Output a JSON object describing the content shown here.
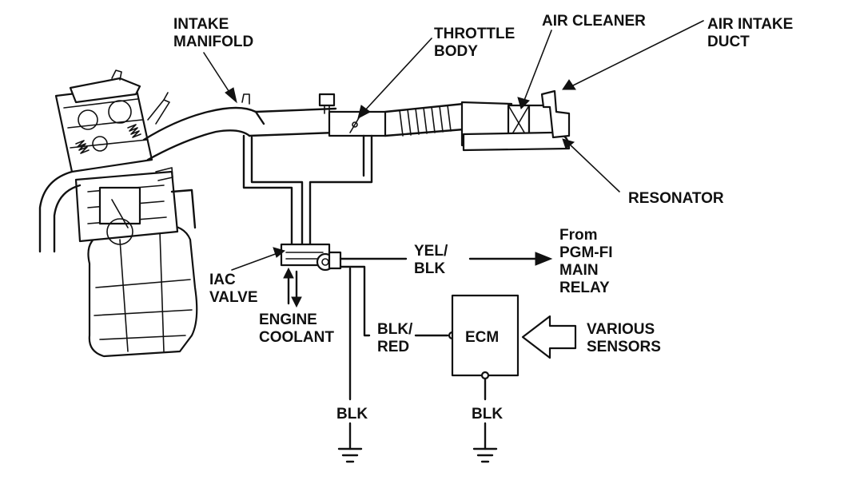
{
  "labels": {
    "intake_manifold": [
      "INTAKE",
      "MANIFOLD"
    ],
    "throttle_body": [
      "THROTTLE",
      "BODY"
    ],
    "air_cleaner": [
      "AIR CLEANER"
    ],
    "air_intake_duct": [
      "AIR INTAKE",
      "DUCT"
    ],
    "resonator": [
      "RESONATOR"
    ],
    "iac_valve": [
      "IAC",
      "VALVE"
    ],
    "engine_coolant": [
      "ENGINE",
      "COOLANT"
    ],
    "yel_blk": [
      "YEL/",
      "BLK"
    ],
    "from_pgm_fi": [
      "From",
      "PGM-FI",
      "MAIN",
      "RELAY"
    ],
    "blk_red": [
      "BLK/",
      "RED"
    ],
    "ecm": "ECM",
    "various_sensors": [
      "VARIOUS",
      "SENSORS"
    ],
    "blk_left": "BLK",
    "blk_right": "BLK"
  }
}
